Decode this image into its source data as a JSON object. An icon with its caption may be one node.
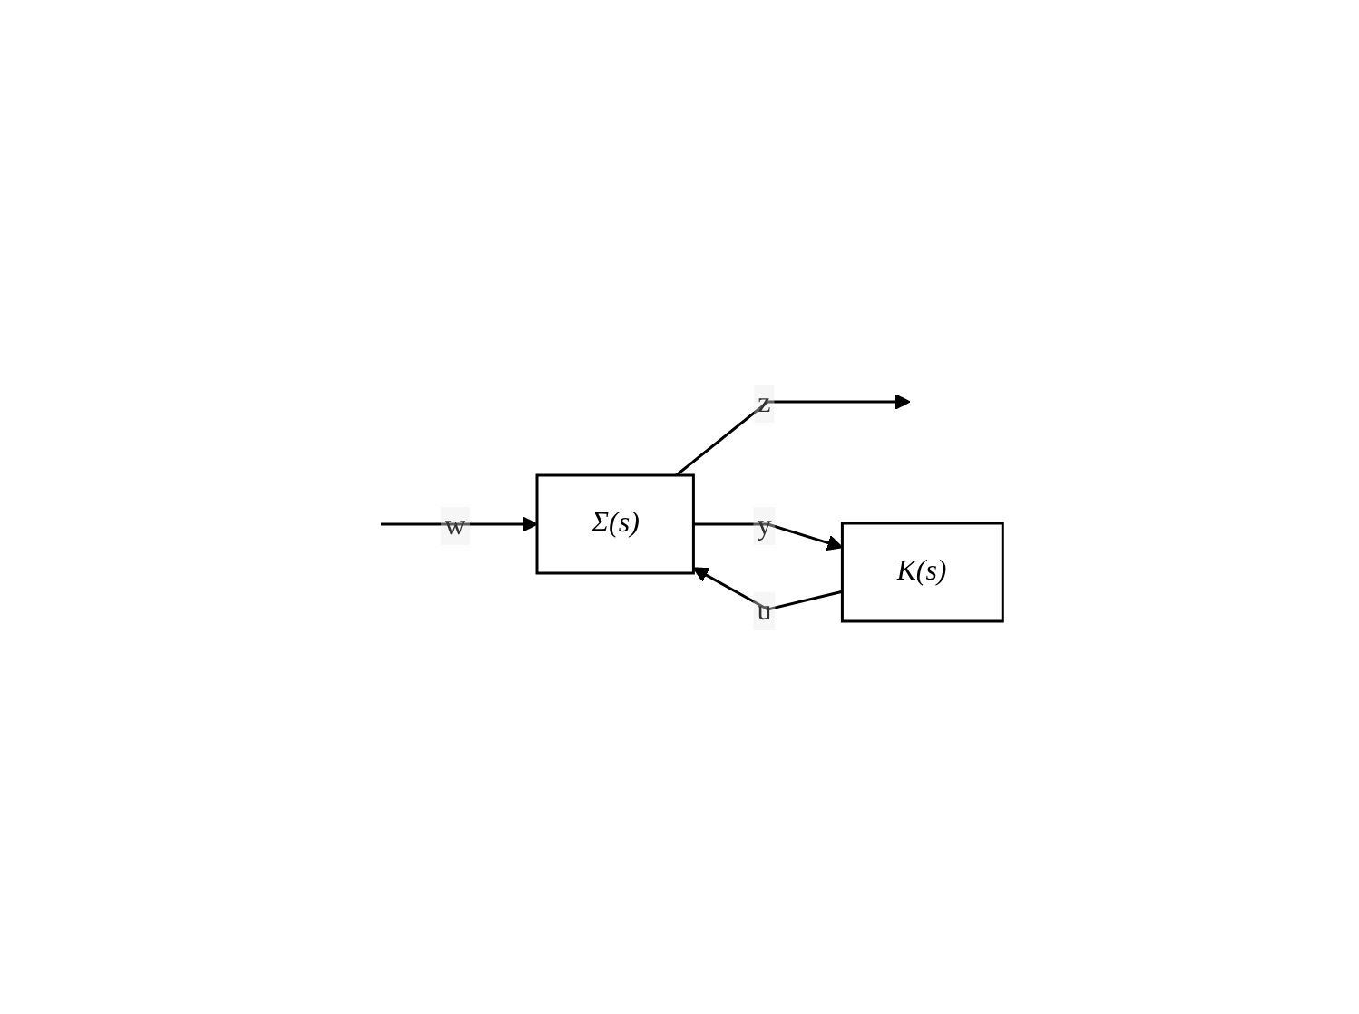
{
  "diagram": {
    "nodes": [
      {
        "text": [
          "Σ(s)"
        ]
      },
      {
        "text": [
          "K(s)"
        ]
      }
    ],
    "edges": [
      {
        "from": null,
        "to": 0,
        "arrow": "to",
        "label": "w"
      },
      {
        "from": 0,
        "to": null,
        "arrow": "to",
        "label": "z"
      },
      {
        "from": 0,
        "to": 1,
        "arrow": "to",
        "label": "y"
      },
      {
        "from": 1,
        "to": 0,
        "arrow": "to",
        "label": "u"
      }
    ]
  }
}
